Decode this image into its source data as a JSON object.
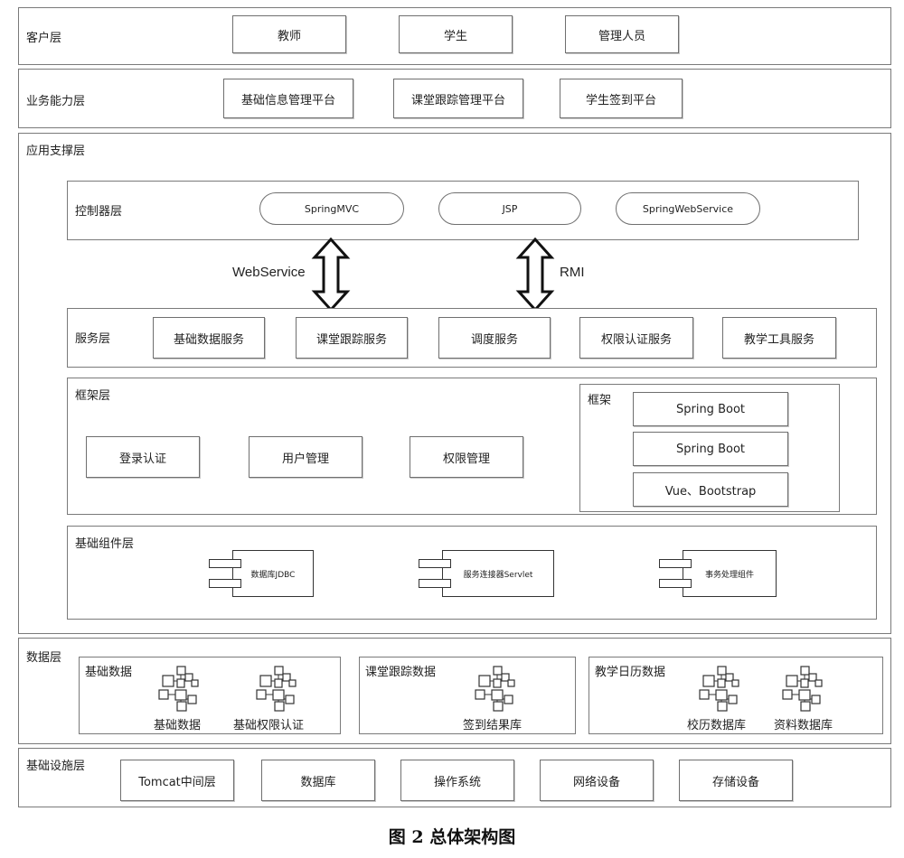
{
  "client_layer": {
    "label": "客户层",
    "items": [
      "教师",
      "学生",
      "管理人员"
    ]
  },
  "business_layer": {
    "label": "业务能力层",
    "items": [
      "基础信息管理平台",
      "课堂跟踪管理平台",
      "学生签到平台"
    ]
  },
  "app_support_layer": {
    "label": "应用支撑层",
    "controller": {
      "label": "控制器层",
      "items": [
        "SpringMVC",
        "JSP",
        "SpringWebService"
      ]
    },
    "arrows": {
      "left_label": "WebService",
      "right_label": "RMI"
    },
    "service": {
      "label": "服务层",
      "items": [
        "基础数据服务",
        "课堂跟踪服务",
        "调度服务",
        "权限认证服务",
        "教学工具服务"
      ]
    },
    "framework": {
      "label": "框架层",
      "items": [
        "登录认证",
        "用户管理",
        "权限管理"
      ],
      "sub_label": "框架",
      "stack": [
        "Spring Boot",
        "Spring Boot",
        "Vue、Bootstrap"
      ]
    },
    "components": {
      "label": "基础组件层",
      "items": [
        "数据库JDBC",
        "服务连接器Servlet",
        "事务处理组件"
      ]
    }
  },
  "data_layer": {
    "label": "数据层",
    "groups": [
      {
        "label": "基础数据",
        "items": [
          "基础数据",
          "基础权限认证"
        ]
      },
      {
        "label": "课堂跟踪数据",
        "items": [
          "签到结果库"
        ]
      },
      {
        "label": "教学日历数据",
        "items": [
          "校历数据库",
          "资料数据库"
        ]
      }
    ]
  },
  "infra_layer": {
    "label": "基础设施层",
    "items": [
      "Tomcat中间层",
      "数据库",
      "操作系统",
      "网络设备",
      "存储设备"
    ]
  },
  "caption": "图 2  总体架构图",
  "icons": {
    "database": "database-tree-icon",
    "component": "uml-component-icon",
    "arrow": "double-arrow-icon"
  }
}
